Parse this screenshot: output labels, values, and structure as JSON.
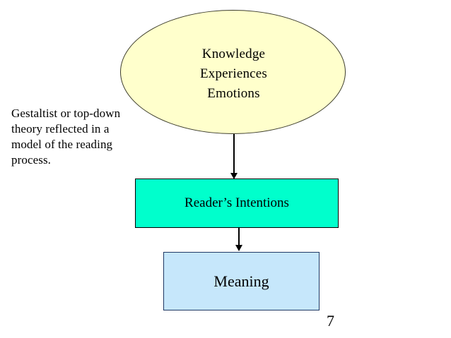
{
  "slide": {
    "page_number": "7",
    "background_color": "#ffffff"
  },
  "caption": {
    "lines": [
      "Gestaltist or top-down",
      "theory reflected in a",
      "model of the reading",
      "process."
    ]
  },
  "diagram": {
    "ellipse": {
      "fill_color": "#ffffcc",
      "border_color": "#3b3b2a",
      "lines": [
        "Knowledge",
        "Experiences",
        "Emotions"
      ]
    },
    "green_box": {
      "label": "Reader’s Intentions",
      "fill_color": "#00ffcc",
      "border_color": "#000000"
    },
    "blue_box": {
      "label": "Meaning",
      "fill_color": "#c6e7fb",
      "border_color": "#1f3864"
    },
    "connectors": [
      {
        "name": "ellipse-to-green",
        "from": "Knowledge Experiences Emotions",
        "to": "Reader’s Intentions",
        "color": "#000000"
      },
      {
        "name": "green-to-blue",
        "from": "Reader’s Intentions",
        "to": "Meaning",
        "color": "#000000"
      }
    ]
  }
}
